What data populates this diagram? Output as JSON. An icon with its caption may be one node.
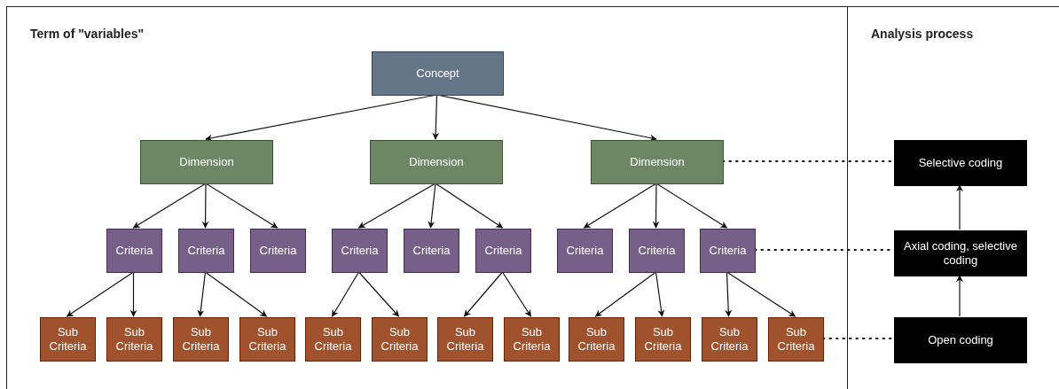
{
  "diagram": {
    "nodes": [
      {
        "text": [
          "Term of \"variables\""
        ]
      },
      {
        "text": [
          "Concept"
        ],
        "in": 0
      },
      {
        "text": [
          "Dimension"
        ],
        "in": 0
      },
      {
        "text": [
          "Dimension"
        ],
        "in": 0
      },
      {
        "text": [
          "Dimension"
        ],
        "in": 0
      },
      {
        "text": [
          "Criteria"
        ],
        "in": 0
      },
      {
        "text": [
          "Criteria"
        ],
        "in": 0
      },
      {
        "text": [
          "Criteria"
        ],
        "in": 0
      },
      {
        "text": [
          "Criteria"
        ],
        "in": 0
      },
      {
        "text": [
          "Criteria"
        ],
        "in": 0
      },
      {
        "text": [
          "Criteria"
        ],
        "in": 0
      },
      {
        "text": [
          "Criteria"
        ],
        "in": 0
      },
      {
        "text": [
          "Criteria"
        ],
        "in": 0
      },
      {
        "text": [
          "Criteria"
        ],
        "in": 0
      },
      {
        "text": [
          "Sub Criteria"
        ],
        "in": 0
      },
      {
        "text": [
          "Sub Criteria"
        ],
        "in": 0
      },
      {
        "text": [
          "Sub Criteria"
        ],
        "in": 0
      },
      {
        "text": [
          "Sub Criteria"
        ],
        "in": 0
      },
      {
        "text": [
          "Sub Criteria"
        ],
        "in": 0
      },
      {
        "text": [
          "Sub Criteria"
        ],
        "in": 0
      },
      {
        "text": [
          "Sub Criteria"
        ],
        "in": 0
      },
      {
        "text": [
          "Sub Criteria"
        ],
        "in": 0
      },
      {
        "text": [
          "Sub Criteria"
        ],
        "in": 0
      },
      {
        "text": [
          "Sub Criteria"
        ],
        "in": 0
      },
      {
        "text": [
          "Sub Criteria"
        ],
        "in": 0
      },
      {
        "text": [
          "Sub Criteria"
        ],
        "in": 0
      },
      {
        "text": [
          "Analysis process"
        ]
      },
      {
        "text": [
          "Selective coding"
        ],
        "in": 26
      },
      {
        "text": [
          "Axial coding, selective coding"
        ],
        "in": 26
      },
      {
        "text": [
          "Open coding"
        ],
        "in": 26
      }
    ],
    "edges": [
      {
        "from": 1,
        "to": 2,
        "arrow": "to"
      },
      {
        "from": 1,
        "to": 3,
        "arrow": "to"
      },
      {
        "from": 1,
        "to": 4,
        "arrow": "to"
      },
      {
        "from": 2,
        "to": 5,
        "arrow": "to"
      },
      {
        "from": 2,
        "to": 6,
        "arrow": "to"
      },
      {
        "from": 2,
        "to": 7,
        "arrow": "to"
      },
      {
        "from": 3,
        "to": 8,
        "arrow": "to"
      },
      {
        "from": 3,
        "to": 9,
        "arrow": "to"
      },
      {
        "from": 3,
        "to": 10,
        "arrow": "to"
      },
      {
        "from": 4,
        "to": 11,
        "arrow": "to"
      },
      {
        "from": 4,
        "to": 12,
        "arrow": "to"
      },
      {
        "from": 4,
        "to": 13,
        "arrow": "to"
      },
      {
        "from": 5,
        "to": 14,
        "arrow": "to"
      },
      {
        "from": 5,
        "to": 15,
        "arrow": "to"
      },
      {
        "from": 6,
        "to": 16,
        "arrow": "to"
      },
      {
        "from": 6,
        "to": 17,
        "arrow": "to"
      },
      {
        "from": 8,
        "to": 18,
        "arrow": "to"
      },
      {
        "from": 8,
        "to": 19,
        "arrow": "to"
      },
      {
        "from": 10,
        "to": 20,
        "arrow": "to"
      },
      {
        "from": 10,
        "to": 21,
        "arrow": "to"
      },
      {
        "from": 12,
        "to": 22,
        "arrow": "to"
      },
      {
        "from": 12,
        "to": 23,
        "arrow": "to"
      },
      {
        "from": 13,
        "to": 24,
        "arrow": "to"
      },
      {
        "from": 13,
        "to": 25,
        "arrow": "to"
      },
      {
        "from": 4,
        "to": 27,
        "arrow": "none",
        "style": "dashed"
      },
      {
        "from": 13,
        "to": 28,
        "arrow": "none",
        "style": "dashed"
      },
      {
        "from": 25,
        "to": 29,
        "arrow": "none",
        "style": "dashed"
      },
      {
        "from": 29,
        "to": 28,
        "arrow": "to"
      },
      {
        "from": 28,
        "to": 27,
        "arrow": "to"
      }
    ]
  }
}
